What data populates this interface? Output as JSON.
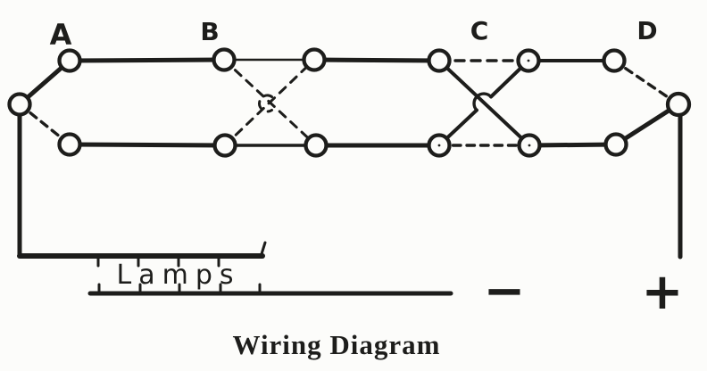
{
  "figure": {
    "section_labels": {
      "a": "A",
      "b": "B",
      "c": "C",
      "d": "D"
    },
    "lamp_bank_label": "Lamps",
    "negative_sign": "−",
    "positive_sign": "+",
    "caption": "Wiring Diagram"
  },
  "colors": {
    "ink": "#1d1d1b",
    "paper": "#fcfcfa"
  }
}
